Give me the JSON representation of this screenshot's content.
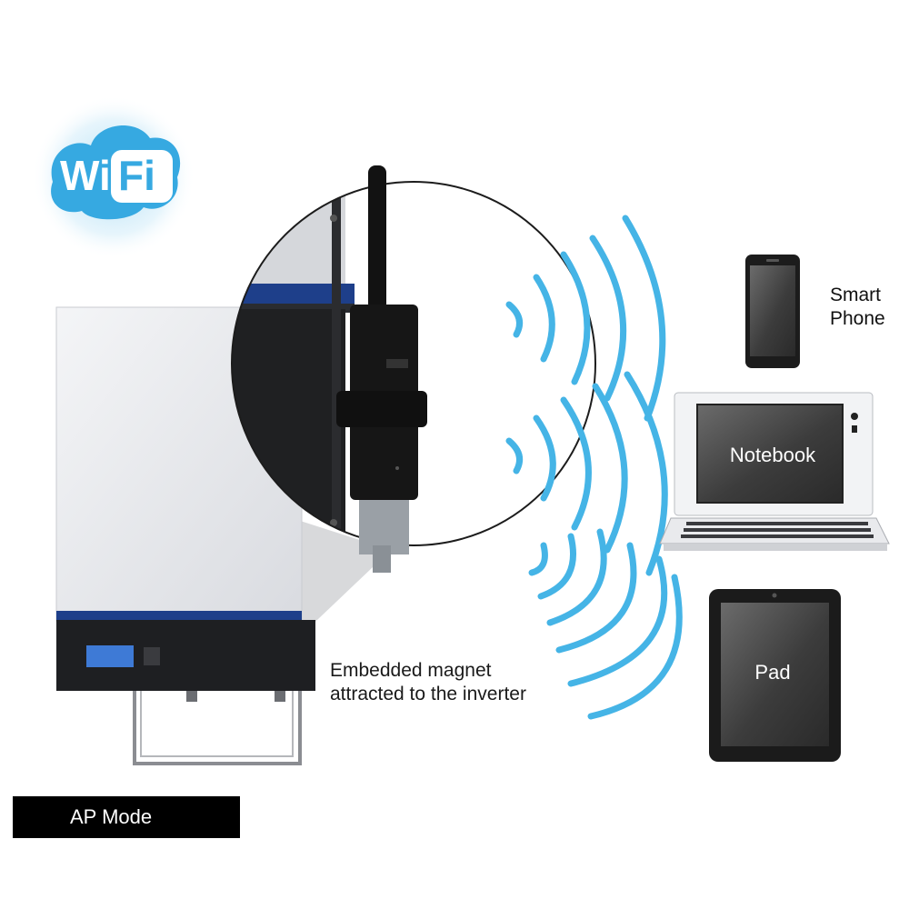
{
  "wifi_logo": {
    "text_wi": "Wi",
    "text_fi": "Fi",
    "color": "#36a9e1"
  },
  "labels": {
    "smart_phone": [
      "Smart",
      "Phone"
    ],
    "notebook": "Notebook",
    "pad": "Pad",
    "magnet": [
      "Embedded magnet",
      "attracted to the inverter"
    ],
    "ap_mode": "AP Mode"
  },
  "colors": {
    "signal": "#45b4e6",
    "inverter_stripe": "#1e3f8a",
    "device": "#222222"
  },
  "icons": [
    "wifi-logo-icon",
    "signal-waves-icon",
    "inverter-icon",
    "wifi-dongle-icon",
    "smartphone-icon",
    "notebook-icon",
    "tablet-icon"
  ]
}
